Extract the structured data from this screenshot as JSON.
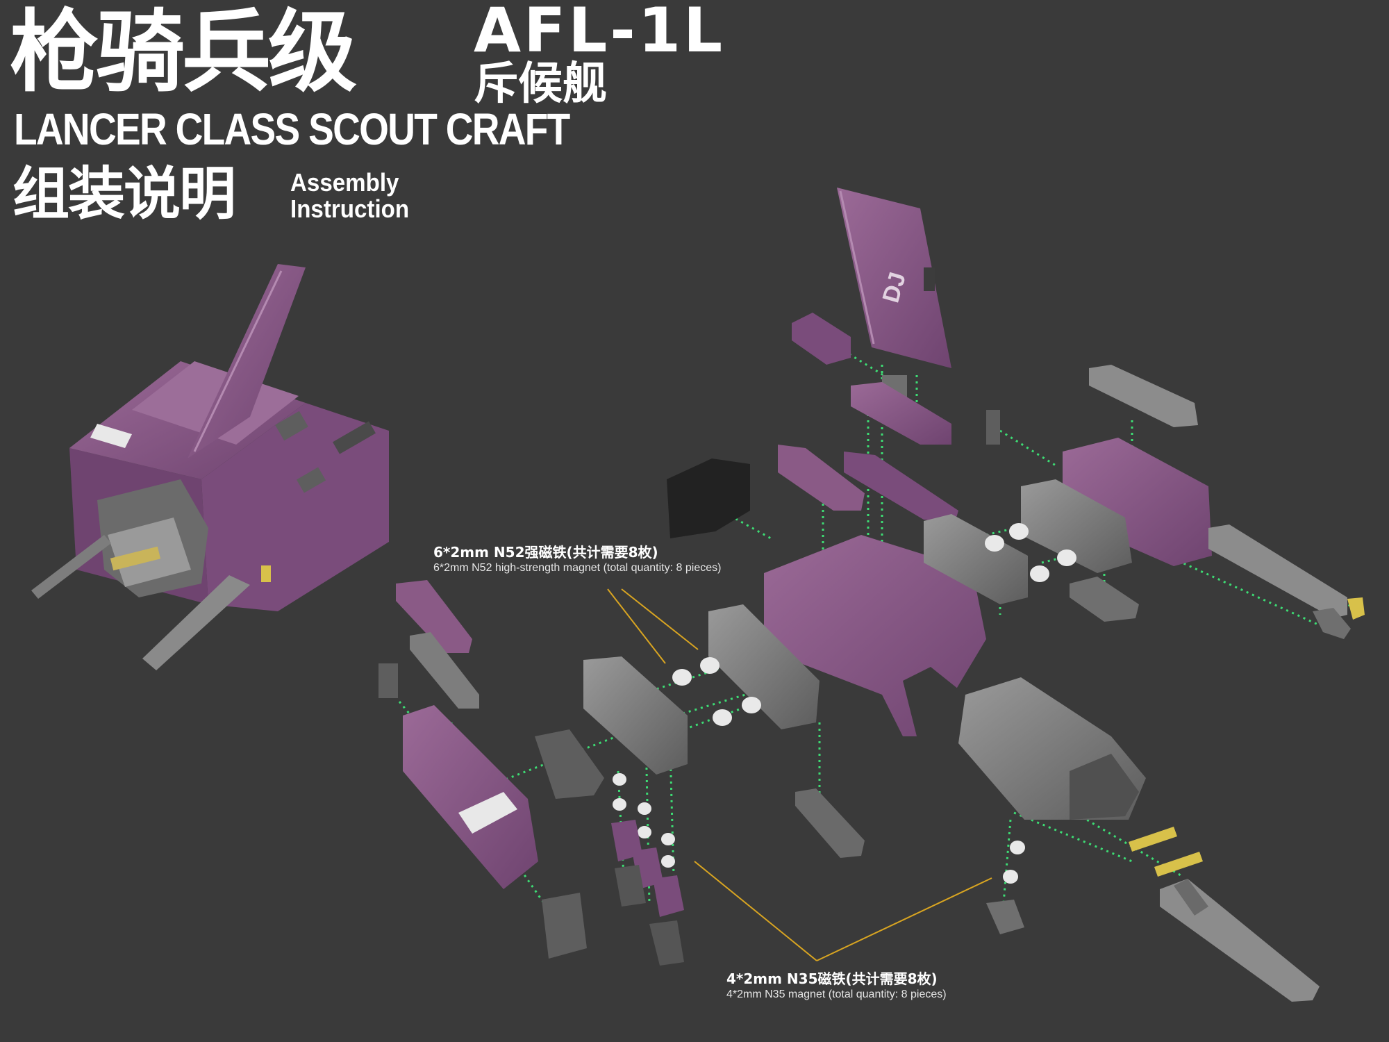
{
  "header": {
    "title_cn": "枪骑兵级",
    "model_code": "AFL-1L",
    "subtitle_cn": "斥候舰",
    "title_en": "LANCER CLASS SCOUT CRAFT",
    "instruction_cn": "组装说明",
    "instruction_en_line1": "Assembly",
    "instruction_en_line2": "Instruction"
  },
  "magnet_notes": [
    {
      "cn": "6*2mm N52强磁铁(共计需要8枚)",
      "en": "6*2mm N52 high-strength magnet (total quantity: 8 pieces)"
    },
    {
      "cn": "4*2mm N35磁铁(共计需要8枚)",
      "en": "4*2mm N35  magnet (total quantity: 8 pieces)"
    }
  ],
  "tail_logo": "DJ",
  "colors": {
    "background": "#3a3a3a",
    "hull_purple": "#8a5a86",
    "hull_purple_dark": "#6f4470",
    "grey_part": "#8c8c8c",
    "grey_dark": "#5e5e5e",
    "magnet_white": "#e9e9e9",
    "guide_green": "#3ddc74",
    "leader_orange": "#d9a521",
    "accent_yellow": "#d8c14a"
  }
}
